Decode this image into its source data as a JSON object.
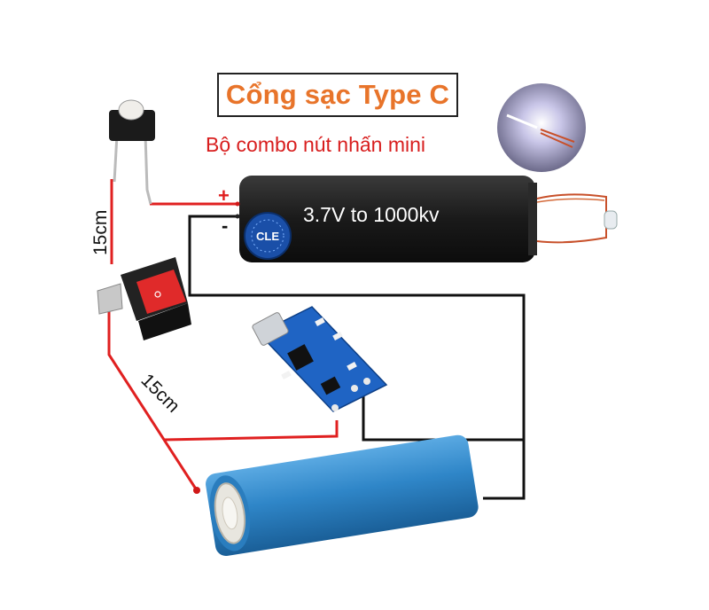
{
  "title": "Cổng sạc Type C",
  "subtitle": "Bộ combo nút nhấn mini",
  "module_label": "3.7V to 1000kv",
  "plus_sign": "+",
  "minus_sign": "-",
  "length_label_top": "15cm",
  "length_label_bottom": "15cm",
  "logo_text": "CLE",
  "colors": {
    "title": "#e8742a",
    "subtitle": "#d81e1e",
    "wire_red": "#e02020",
    "wire_black": "#111111",
    "battery": "#2f86c8",
    "pcb": "#1f64c4",
    "module": "#1c1c1c"
  }
}
